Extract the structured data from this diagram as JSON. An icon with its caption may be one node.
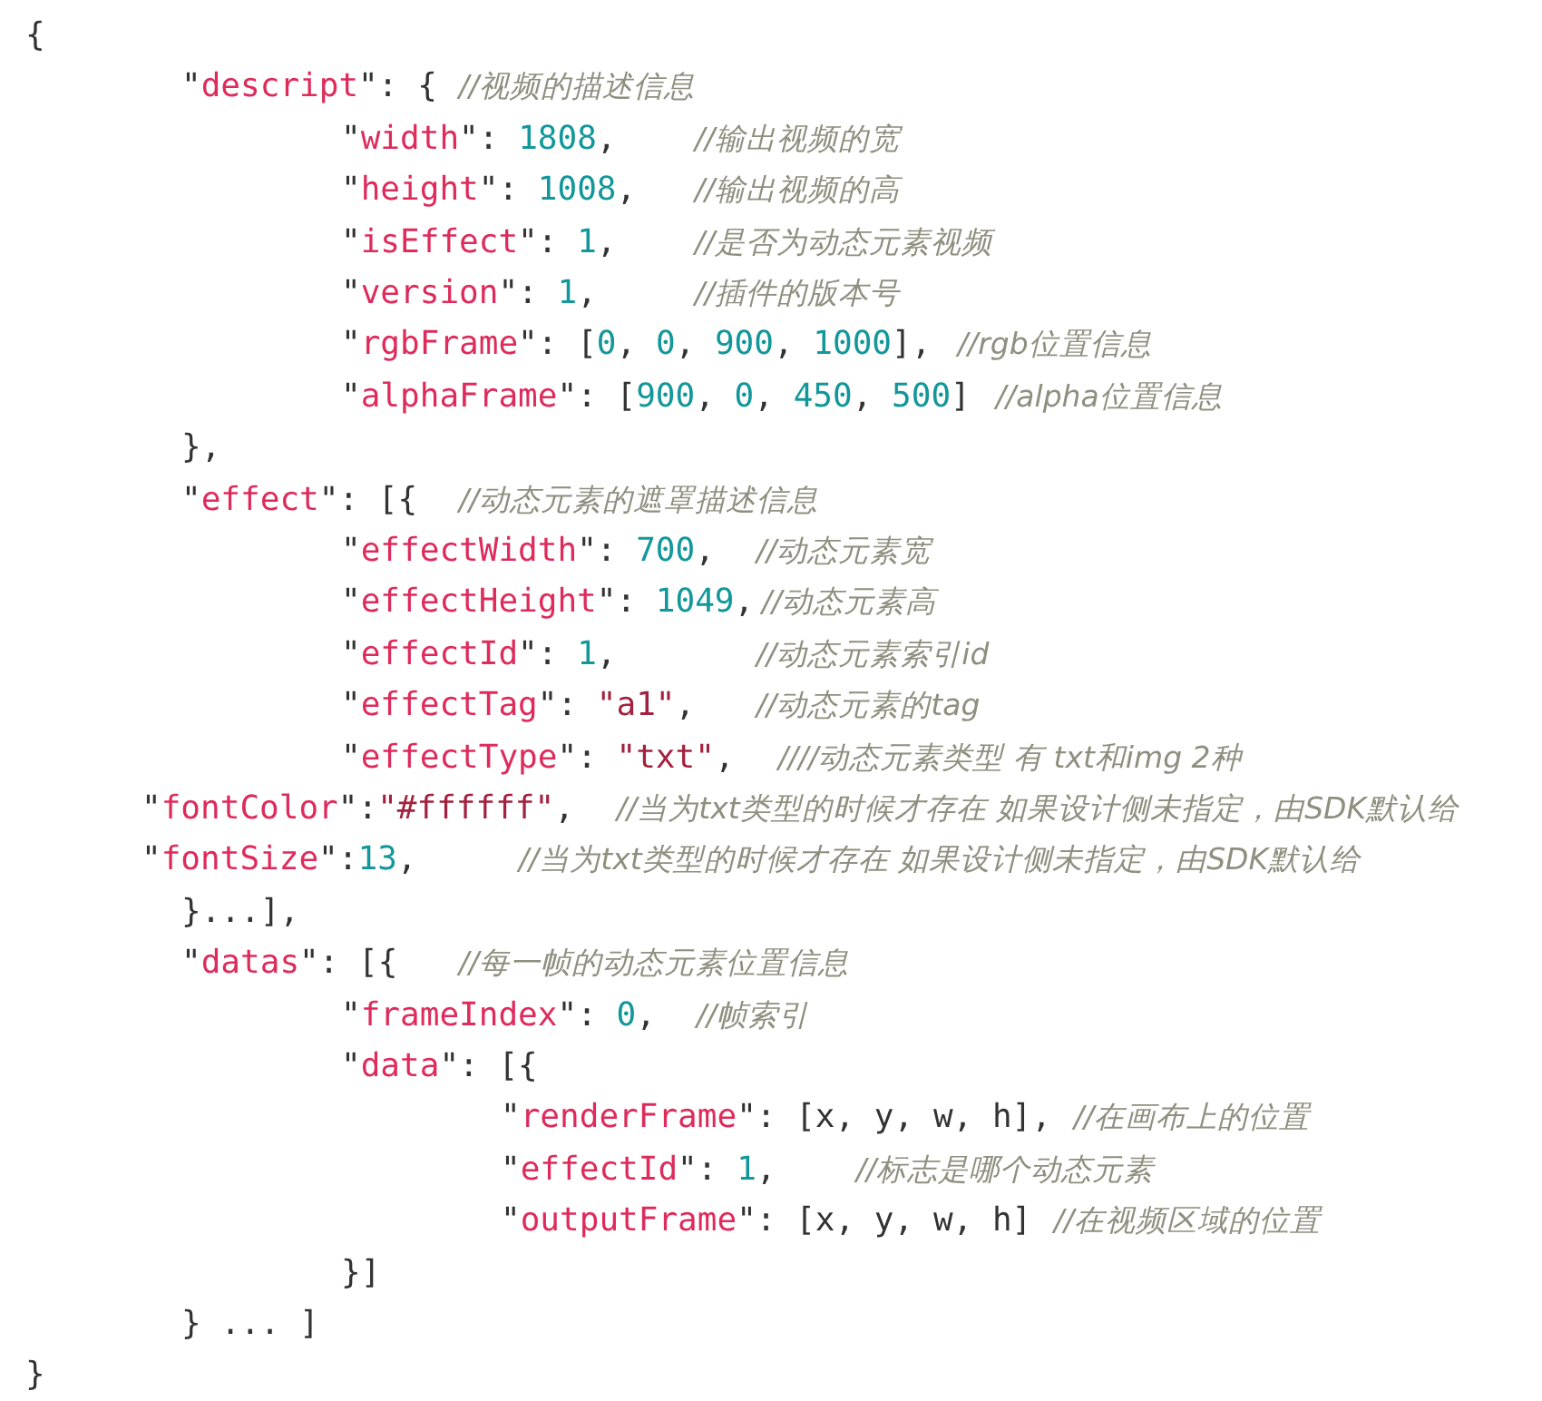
{
  "diagram": {
    "labels": [
      "{",
      "\"descript\": {",
      "//视频的描述信息",
      "\"width\": 1808,",
      "//输出视频的宽",
      "\"height\": 1008,",
      "//输出视频的高",
      "\"isEffect\": 1,",
      "//是否为动态元素视频",
      "\"version\": 1,",
      "//插件的版本号",
      "\"rgbFrame\": [0, 0, 900, 1000],",
      "//rgb位置信息",
      "\"alphaFrame\": [900, 0, 450, 500]",
      "//alpha位置信息",
      "},",
      "\"effect\": [{",
      "//动态元素的遮罩描述信息",
      "\"effectWidth\": 700,",
      "//动态元素宽",
      "\"effectHeight\": 1049,",
      "//动态元素高",
      "\"effectId\": 1,",
      "//动态元素索引id",
      "\"effectTag\": \"a1\",",
      "//动态元素的tag",
      "\"effectType\": \"txt\",",
      "////动态元素类型 有 txt和img 2种",
      "\"fontColor\":\"#ffffff\",",
      "//当为txt类型的时候才存在 如果设计侧未指定，由SDK默认给",
      "\"fontSize\":13,",
      "//当为txt类型的时候才存在 如果设计侧未指定，由SDK默认给",
      "}...],",
      "\"datas\": [{",
      "//每一帧的动态元素位置信息",
      "\"frameIndex\": 0,",
      "//帧索引",
      "\"data\": [{",
      "\"renderFrame\": [x, y, w, h],",
      "//在画布上的位置",
      "\"effectId\": 1,",
      "//标志是哪个动态元素",
      "\"outputFrame\": [x, y, w, h]",
      "//在视频区域的位置",
      "}]",
      "} ... ]",
      "}"
    ]
  }
}
